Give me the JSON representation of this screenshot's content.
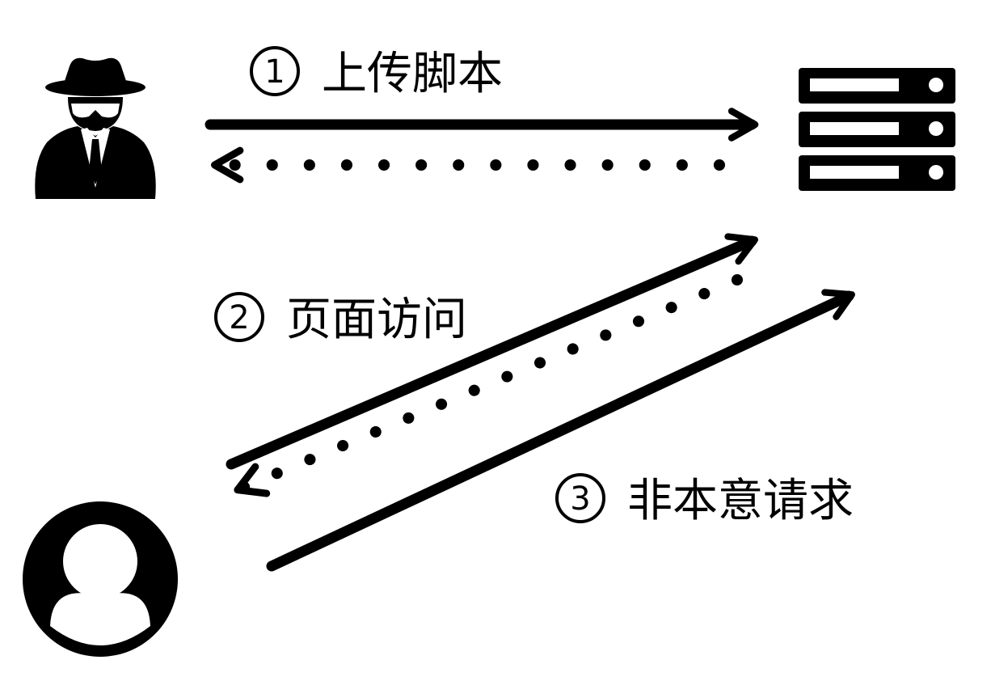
{
  "diagram": {
    "nodes": {
      "attacker": {
        "icon": "hacker-icon"
      },
      "server": {
        "icon": "server-icon"
      },
      "user": {
        "icon": "user-icon"
      }
    },
    "steps": [
      {
        "number": "1",
        "label": "上传脚本"
      },
      {
        "number": "2",
        "label": "页面访问"
      },
      {
        "number": "3",
        "label": "非本意请求"
      }
    ]
  }
}
